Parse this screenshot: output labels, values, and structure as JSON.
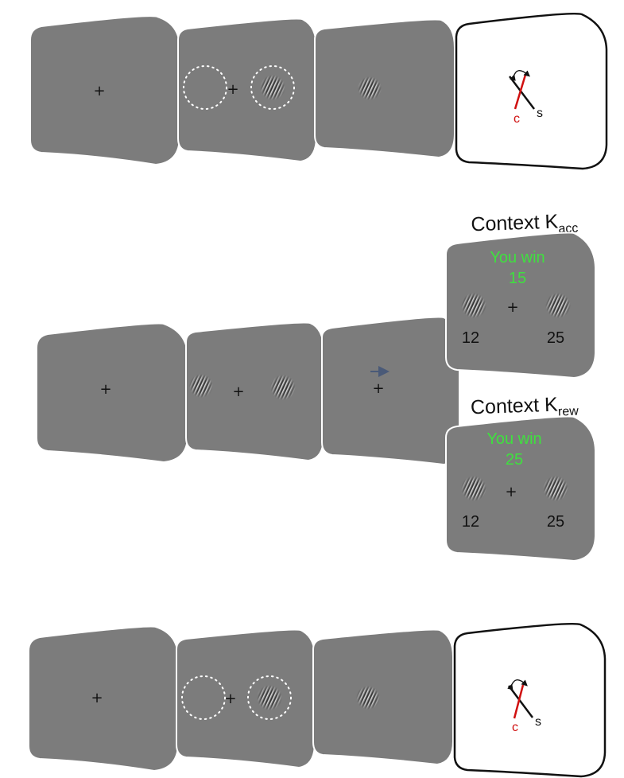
{
  "rows": {
    "top": {
      "fixation": "+",
      "response": {
        "label_c": "c",
        "label_s": "s"
      }
    },
    "middle": {
      "fixation": "+",
      "contexts": [
        {
          "title": "Context K",
          "subscript": "acc",
          "win_line1": "You win",
          "win_line2": "15",
          "fixation": "+",
          "left_value": "12",
          "right_value": "25"
        },
        {
          "title": "Context K",
          "subscript": "rew",
          "win_line1": "You win",
          "win_line2": "25",
          "fixation": "+",
          "left_value": "12",
          "right_value": "25"
        }
      ]
    },
    "bottom": {
      "fixation": "+",
      "response": {
        "label_c": "c",
        "label_s": "s"
      }
    }
  },
  "colors": {
    "screen_gray": "#7c7c7c",
    "win_text": "#3fe03f",
    "report_line": "#d01010",
    "arrow": "#4a5a78"
  }
}
